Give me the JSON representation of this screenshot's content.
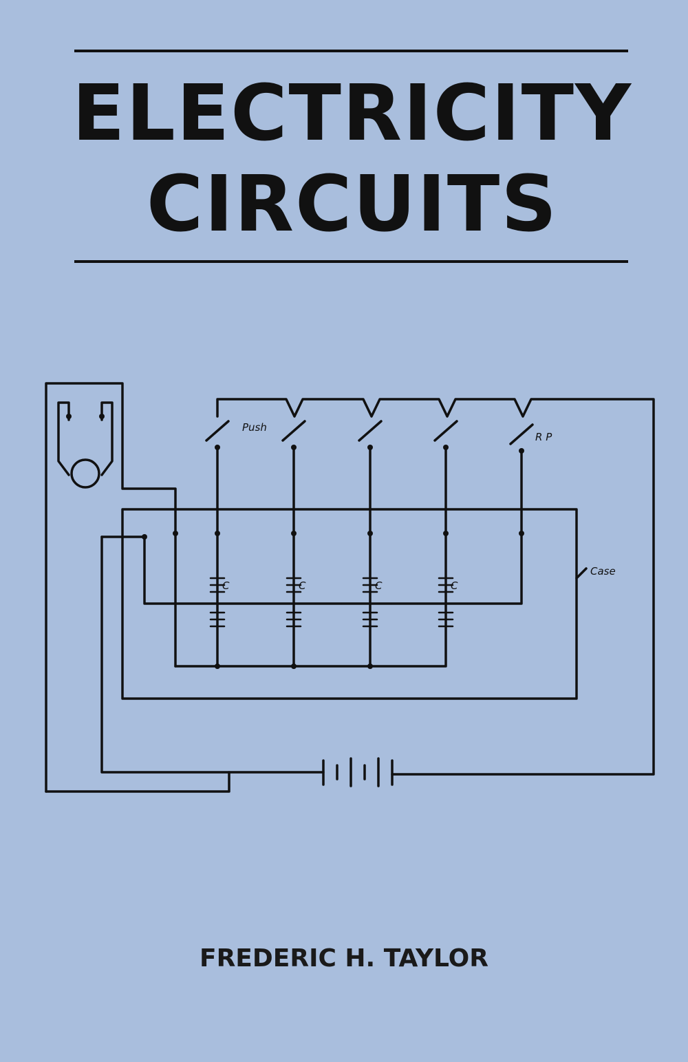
{
  "cover": {
    "title_line1": "ELECTRICITY",
    "title_line2": "CIRCUITS",
    "author": "FREDERIC H. TAYLOR",
    "background_color": "#a9bedd"
  },
  "diagram": {
    "labels": {
      "push": "Push",
      "rp": "R P",
      "case": "Case",
      "coil": "C"
    }
  }
}
